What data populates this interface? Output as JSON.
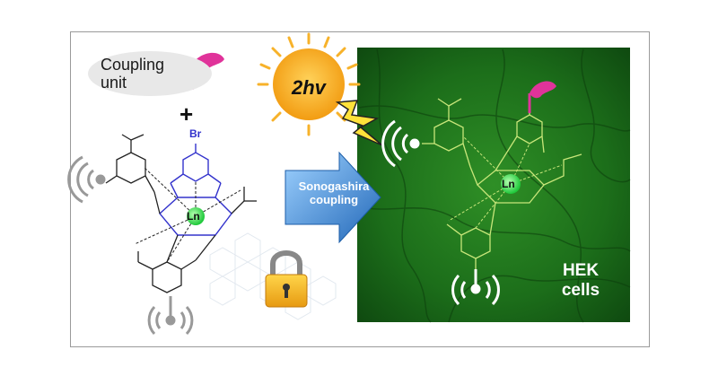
{
  "coupling_unit": {
    "label_line1": "Coupling",
    "label_line2": "unit"
  },
  "plus_sign": "+",
  "photon_label": "2hv",
  "reaction": {
    "line1": "Sonogashira",
    "line2": "coupling"
  },
  "cells_label": {
    "line1": "HEK",
    "line2": "cells"
  },
  "complex_left": {
    "metal": "Ln",
    "substituent": "Br"
  },
  "complex_right": {
    "metal": "Ln"
  },
  "colors": {
    "accent_magenta": "#e0339a",
    "photon_sun": "#f7a81b",
    "lanthanide_green": "#33dd55",
    "ligand_blue": "#3333cc",
    "product_bond": "#c8e67a",
    "cell_background": "#1b6b1b",
    "arrow_blue": "#2b7fd0"
  },
  "icons": [
    "coupling-unit-icon",
    "sun-icon",
    "lightning-icon",
    "padlock-icon",
    "signal-waves-icon"
  ]
}
